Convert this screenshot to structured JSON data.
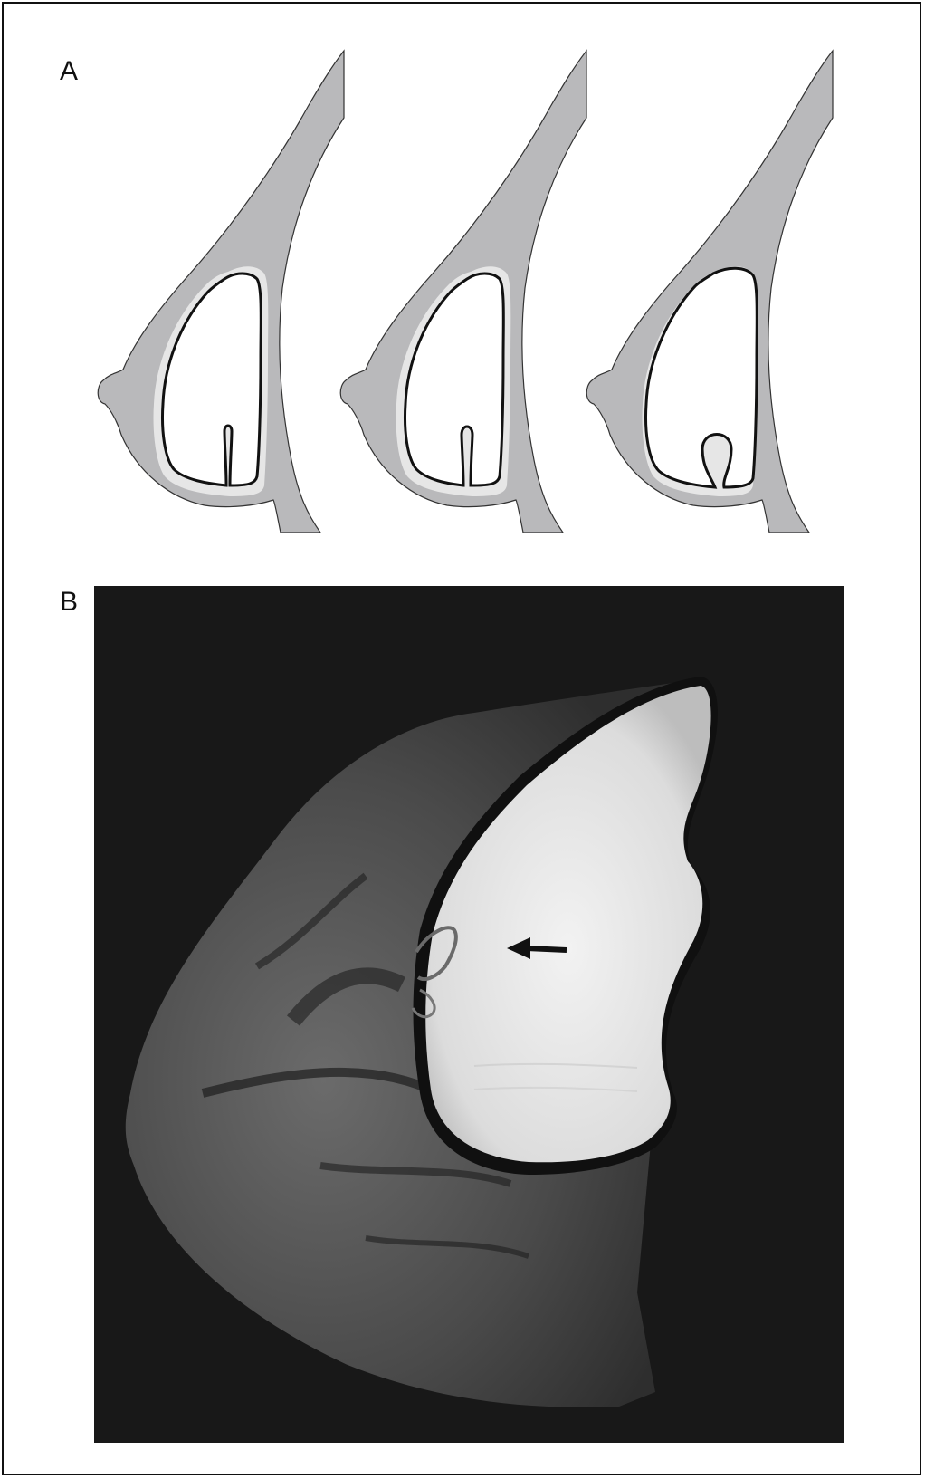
{
  "panels": {
    "a": {
      "label": "A"
    },
    "b": {
      "label": "B"
    }
  },
  "illustration": {
    "icon": "breast-implant-cross-section-icon",
    "stages": [
      "radial-fold-stage-1",
      "radial-fold-stage-2",
      "radial-fold-stage-3"
    ]
  },
  "mri": {
    "icon": "mri-sagittal-breast-image",
    "arrow_icon": "arrow-left-icon"
  },
  "colors": {
    "tissue": "#b9b9bb",
    "implant": "#ffffff",
    "shell": "#111111",
    "capsule": "#e6e6e6",
    "mri_background": "#181818",
    "frame": "#111111"
  }
}
